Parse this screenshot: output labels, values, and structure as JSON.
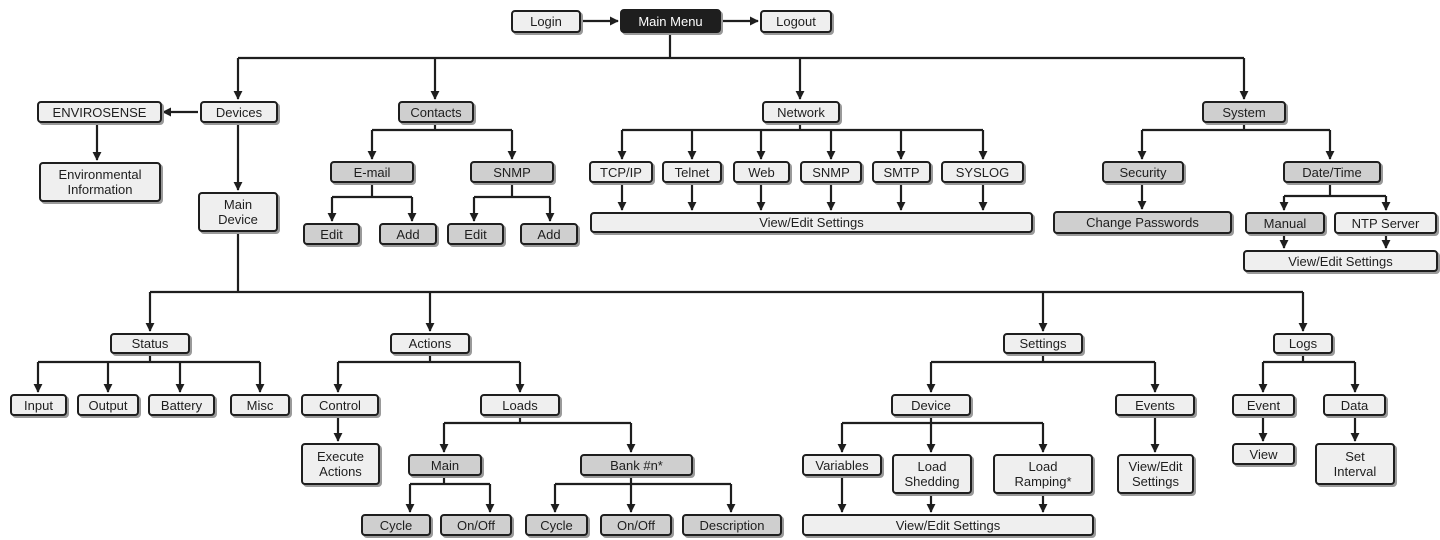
{
  "nodes": {
    "login": "Login",
    "main_menu": "Main Menu",
    "logout": "Logout",
    "envirosense": "ENVIROSENSE",
    "devices": "Devices",
    "environmental_information": "Environmental\nInformation",
    "main_device": "Main\nDevice",
    "contacts": "Contacts",
    "email": "E-mail",
    "contacts_snmp": "SNMP",
    "email_edit": "Edit",
    "email_add": "Add",
    "snmp_edit": "Edit",
    "snmp_add": "Add",
    "network": "Network",
    "tcpip": "TCP/IP",
    "telnet": "Telnet",
    "web": "Web",
    "network_snmp": "SNMP",
    "smtp": "SMTP",
    "syslog": "SYSLOG",
    "network_view_edit": "View/Edit Settings",
    "system": "System",
    "security": "Security",
    "change_passwords": "Change Passwords",
    "date_time": "Date/Time",
    "manual": "Manual",
    "ntp_server": "NTP Server",
    "datetime_view_edit": "View/Edit Settings",
    "status": "Status",
    "input": "Input",
    "output": "Output",
    "battery": "Battery",
    "misc": "Misc",
    "actions": "Actions",
    "control": "Control",
    "execute_actions": "Execute\nActions",
    "loads": "Loads",
    "main": "Main",
    "main_cycle": "Cycle",
    "main_onoff": "On/Off",
    "bank": "Bank #n*",
    "bank_cycle": "Cycle",
    "bank_onoff": "On/Off",
    "description": "Description",
    "settings": "Settings",
    "device": "Device",
    "variables": "Variables",
    "load_shedding": "Load\nShedding",
    "load_ramping": "Load\nRamping*",
    "settings_view_edit": "View/Edit Settings",
    "events": "Events",
    "events_view_edit": "View/Edit\nSettings",
    "logs": "Logs",
    "event": "Event",
    "view": "View",
    "data": "Data",
    "set_interval": "Set\nInterval"
  }
}
